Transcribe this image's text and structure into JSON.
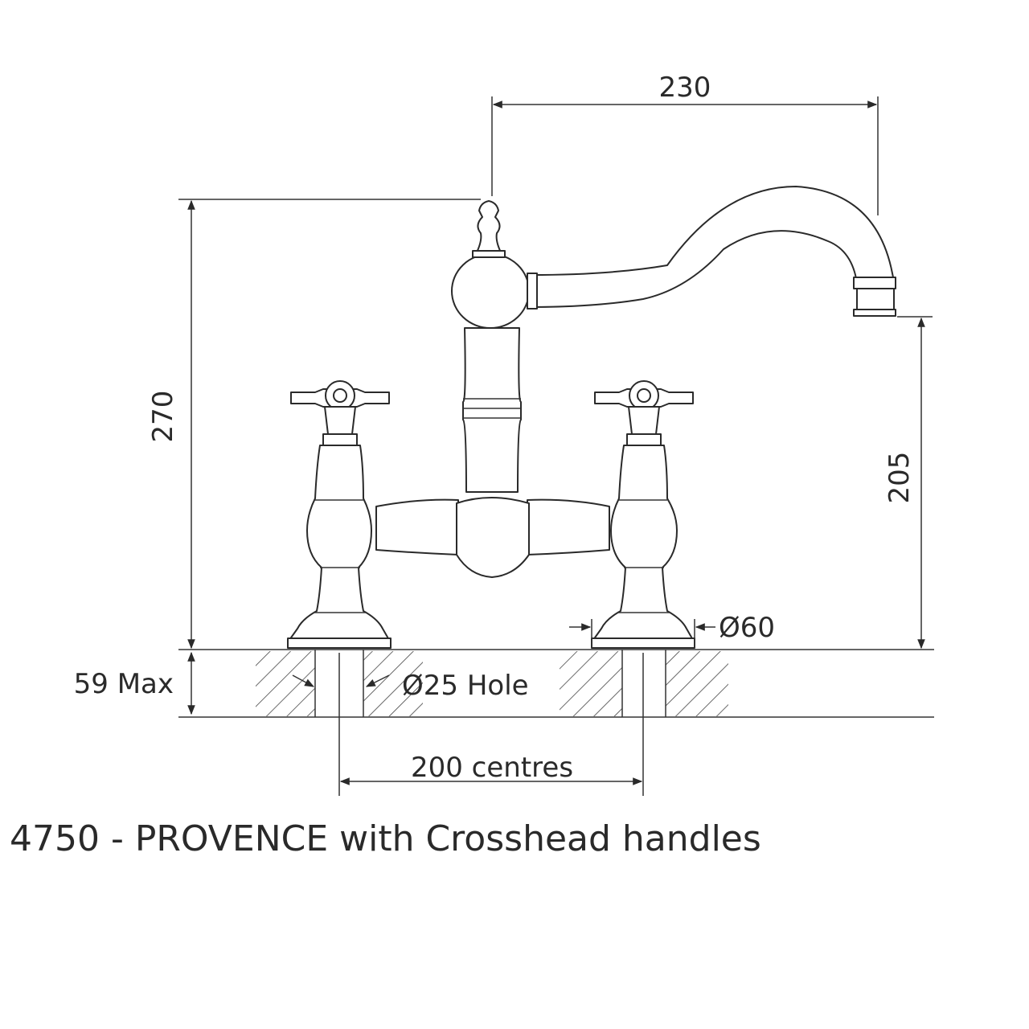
{
  "dimensions": {
    "spout_reach": "230",
    "overall_height": "270",
    "spout_height": "205",
    "base_diameter": "Ø60",
    "deck_thickness": "59 Max",
    "hole_diameter": "Ø25 Hole",
    "centres": "200 centres"
  },
  "caption": "4750 - PROVENCE with Crosshead handles",
  "colors": {
    "line": "#2a2a2a",
    "background": "#ffffff"
  }
}
